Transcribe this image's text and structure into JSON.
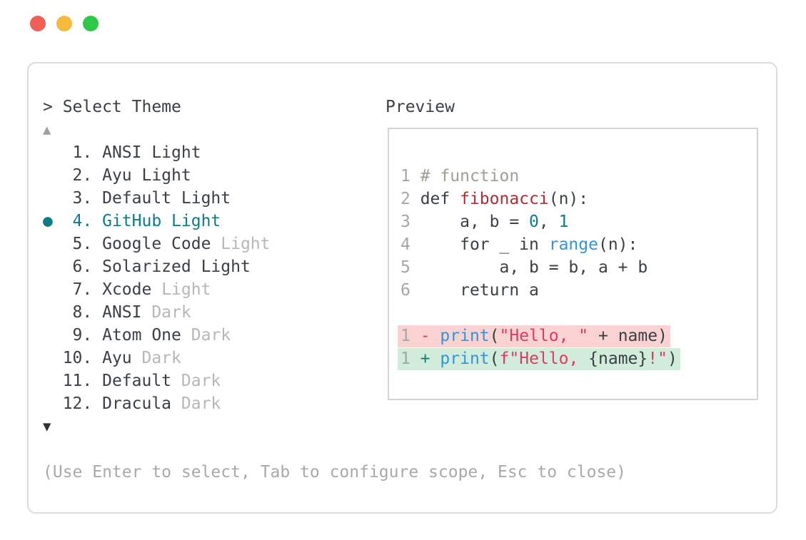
{
  "window": {
    "traffic_lights": [
      {
        "name": "close",
        "color": "#ef5f56"
      },
      {
        "name": "minimize",
        "color": "#f4ba3d"
      },
      {
        "name": "zoom",
        "color": "#2ec748"
      }
    ]
  },
  "colors": {
    "text": "#3b4045",
    "dim": "#b5b7b8",
    "selected": "#0e7c86",
    "comment": "#9aa293",
    "func": "#ab2f33",
    "number": "#0e7c86",
    "builtin": "#3494d4",
    "string": "#e13a5f",
    "line_number": "#a6a6a6",
    "del_sign": "#e13a5f",
    "add_sign": "#15806e",
    "del_bg": "#fad2d2",
    "add_bg": "#d2ecdc",
    "hint": "#a9a9a9",
    "scroll_up": "#9e9e9e",
    "scroll_down": "#2e2e2e",
    "panel_border": "#dcdcdc",
    "preview_border": "#d4d4d4"
  },
  "picker": {
    "prompt": "> Select Theme",
    "scroll_up_glyph": "▲",
    "scroll_down_glyph": "▼",
    "selected_bullet": "●",
    "hint": "(Use Enter to select, Tab to configure scope, Esc to close)",
    "items": [
      {
        "num": "1",
        "name": "ANSI Light",
        "suffix": "",
        "selected": false
      },
      {
        "num": "2",
        "name": "Ayu Light",
        "suffix": "",
        "selected": false
      },
      {
        "num": "3",
        "name": "Default Light",
        "suffix": "",
        "selected": false
      },
      {
        "num": "4",
        "name": "GitHub Light",
        "suffix": "",
        "selected": true
      },
      {
        "num": "5",
        "name": "Google Code",
        "suffix": "Light",
        "selected": false
      },
      {
        "num": "6",
        "name": "Solarized Light",
        "suffix": "",
        "selected": false
      },
      {
        "num": "7",
        "name": "Xcode",
        "suffix": "Light",
        "selected": false
      },
      {
        "num": "8",
        "name": "ANSI",
        "suffix": "Dark",
        "selected": false
      },
      {
        "num": "9",
        "name": "Atom One",
        "suffix": "Dark",
        "selected": false
      },
      {
        "num": "10",
        "name": "Ayu",
        "suffix": "Dark",
        "selected": false
      },
      {
        "num": "11",
        "name": "Default",
        "suffix": "Dark",
        "selected": false
      },
      {
        "num": "12",
        "name": "Dracula",
        "suffix": "Dark",
        "selected": false
      }
    ]
  },
  "preview": {
    "title": "Preview",
    "code_lines": [
      {
        "num": "1",
        "tokens": [
          {
            "t": "# function",
            "c": "comment"
          }
        ]
      },
      {
        "num": "2",
        "tokens": [
          {
            "t": "def ",
            "c": "text"
          },
          {
            "t": "fibonacci",
            "c": "func"
          },
          {
            "t": "(n):",
            "c": "text"
          }
        ]
      },
      {
        "num": "3",
        "tokens": [
          {
            "t": "    a, b = ",
            "c": "text"
          },
          {
            "t": "0",
            "c": "number"
          },
          {
            "t": ", ",
            "c": "text"
          },
          {
            "t": "1",
            "c": "number"
          }
        ]
      },
      {
        "num": "4",
        "tokens": [
          {
            "t": "    for _ in ",
            "c": "text"
          },
          {
            "t": "range",
            "c": "builtin"
          },
          {
            "t": "(n):",
            "c": "text"
          }
        ]
      },
      {
        "num": "5",
        "tokens": [
          {
            "t": "        a, b = b, a + b",
            "c": "text"
          }
        ]
      },
      {
        "num": "6",
        "tokens": [
          {
            "t": "    return a",
            "c": "text"
          }
        ]
      },
      {
        "num": "",
        "tokens": []
      }
    ],
    "diff_lines": [
      {
        "num": "1",
        "sign": "-",
        "kind": "del",
        "tokens": [
          {
            "t": "print",
            "c": "builtin"
          },
          {
            "t": "(",
            "c": "text"
          },
          {
            "t": "\"Hello, \"",
            "c": "string"
          },
          {
            "t": " + name)",
            "c": "text"
          }
        ]
      },
      {
        "num": "1",
        "sign": "+",
        "kind": "add",
        "tokens": [
          {
            "t": "print",
            "c": "builtin"
          },
          {
            "t": "(",
            "c": "text"
          },
          {
            "t": "f\"Hello, ",
            "c": "string"
          },
          {
            "t": "{name}",
            "c": "text"
          },
          {
            "t": "!\"",
            "c": "string"
          },
          {
            "t": ")",
            "c": "text"
          }
        ]
      }
    ]
  }
}
